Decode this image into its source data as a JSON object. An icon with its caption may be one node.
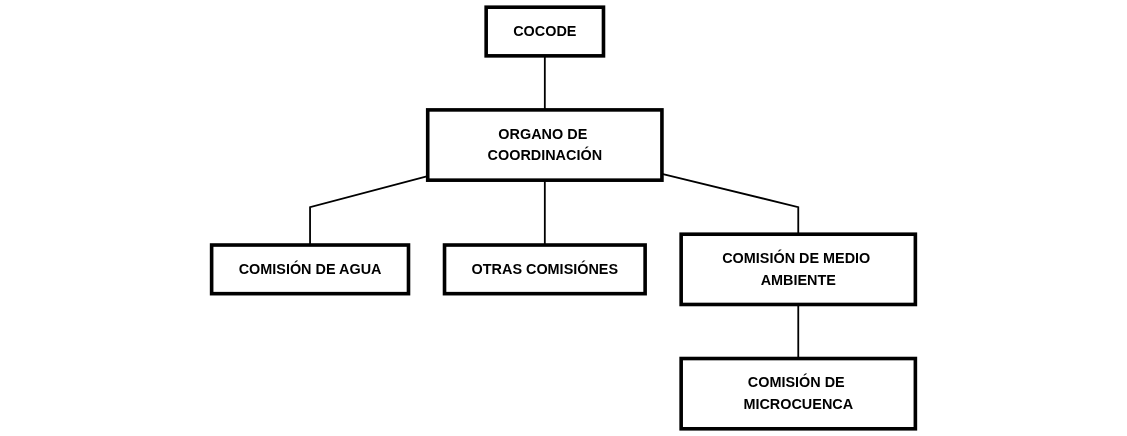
{
  "diagram": {
    "nodes": [
      {
        "text": [
          "COCODE"
        ]
      },
      {
        "text": [
          "ORGANO DE COORDINACIÓN"
        ]
      },
      {
        "text": [
          "COMISIÓN DE AGUA"
        ]
      },
      {
        "text": [
          "OTRAS COMISIÓNES"
        ]
      },
      {
        "text": [
          "COMISIÓN DE MEDIO AMBIENTE"
        ]
      },
      {
        "text": [
          "COMISIÓN DE MICROCUENCA"
        ]
      }
    ],
    "edges": [
      {
        "from": 0,
        "to": 1,
        "arrow": "none"
      },
      {
        "from": 1,
        "to": 2,
        "arrow": "none"
      },
      {
        "from": 1,
        "to": 3,
        "arrow": "none"
      },
      {
        "from": 1,
        "to": 4,
        "arrow": "none"
      },
      {
        "from": 4,
        "to": 5,
        "arrow": "none"
      }
    ]
  }
}
